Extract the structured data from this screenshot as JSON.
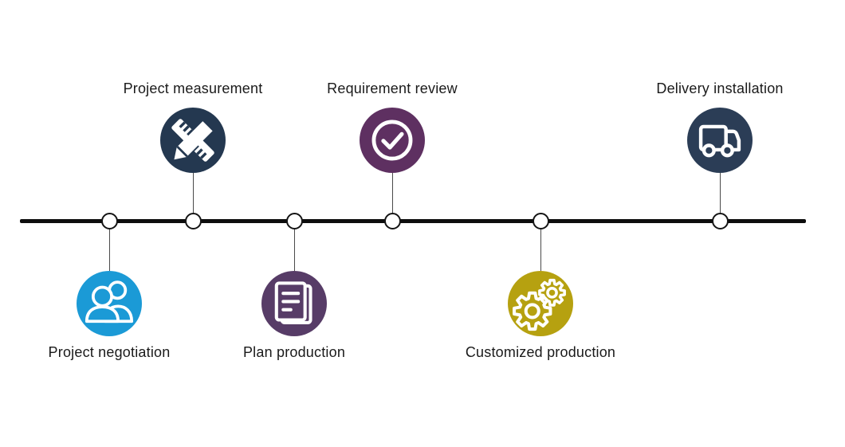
{
  "diagram": {
    "background_color": "#ffffff",
    "timeline_color": "#0d0d0d",
    "node_fill": "#ffffff",
    "node_border": "#141414",
    "label_color": "#1a1a1a",
    "icon_stroke": "#ffffff",
    "steps": [
      {
        "label": "Project negotiation",
        "position": "below",
        "color": "#1b9ad6",
        "icon": "people-icon"
      },
      {
        "label": "Project measurement",
        "position": "above",
        "color": "#243850",
        "icon": "ruler-pencil-icon"
      },
      {
        "label": "Plan production",
        "position": "below",
        "color": "#573c67",
        "icon": "document-icon"
      },
      {
        "label": "Requirement review",
        "position": "above",
        "color": "#5e3061",
        "icon": "check-circle-icon"
      },
      {
        "label": "Customized production",
        "position": "below",
        "color": "#b6a110",
        "icon": "gears-icon"
      },
      {
        "label": "Delivery installation",
        "position": "above",
        "color": "#2b3d56",
        "icon": "truck-icon"
      }
    ]
  }
}
